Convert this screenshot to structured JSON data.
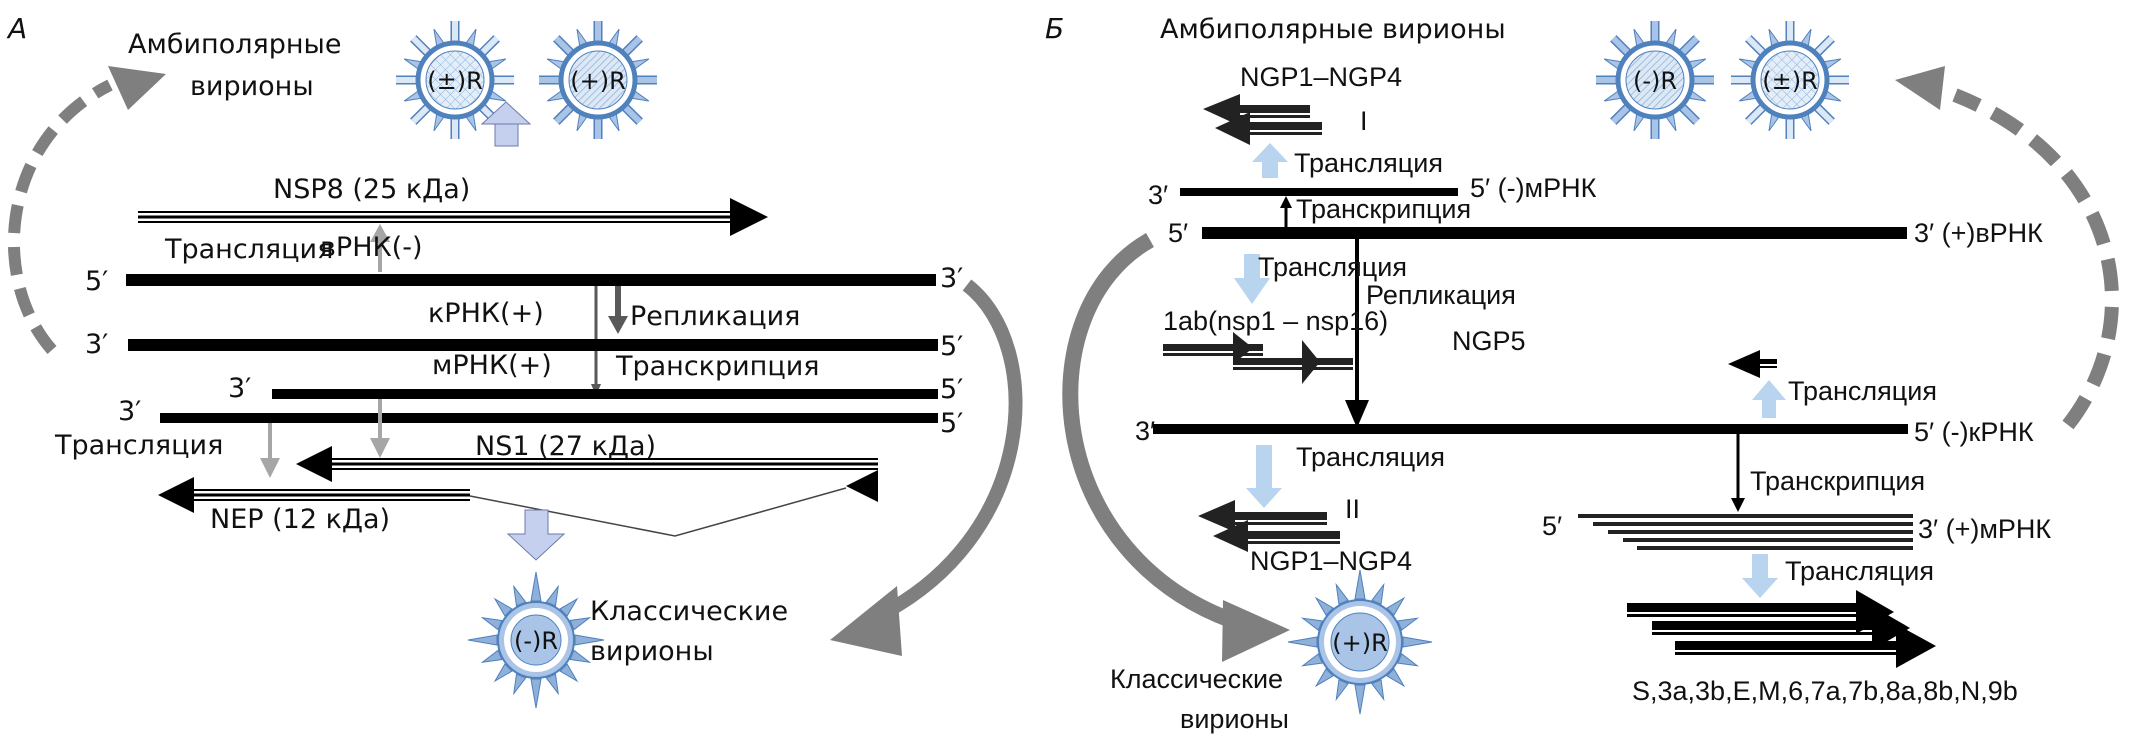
{
  "panel_a": {
    "panel_label": "А",
    "ambipolar_label_1": "Амбиполярные",
    "ambipolar_label_2": "вирионы",
    "ambipolar_virions": [
      {
        "label": "(±)R",
        "pattern": "crosshatch"
      },
      {
        "label": "(+)R",
        "pattern": "diagonal"
      }
    ],
    "nsp8_label": "NSP8 (25 кДа)",
    "translation_top": "Трансляция",
    "vrna_label": "вРНК(-)",
    "crna_label": "кРНК(+)",
    "replication_label": "Репликация",
    "mrna_label": "мРНК(+)",
    "transcription_label": "Транскрипция",
    "translation_bottom": "Трансляция",
    "ns1_label": "NS1 (27 кДа)",
    "nep_label": "NEP (12 кДа)",
    "strands": [
      {
        "name": "vrna",
        "left": "5′",
        "right": "3′"
      },
      {
        "name": "crna",
        "left": "3′",
        "right": "5′"
      },
      {
        "name": "mrna-1",
        "left": "3′",
        "right": "5′"
      },
      {
        "name": "mrna-2",
        "left": "3′",
        "right": "5′"
      }
    ],
    "classic_virion": {
      "label": "(-)R"
    },
    "classic_label_1": "Классические",
    "classic_label_2": "вирионы"
  },
  "panel_b": {
    "panel_label": "Б",
    "ambipolar_label": "Амбиполярные вирионы",
    "ambipolar_virions": [
      {
        "label": "(-)R",
        "pattern": "diagonal"
      },
      {
        "label": "(±)R",
        "pattern": "crosshatch"
      }
    ],
    "ngp_top_label": "NGP1–NGP4",
    "roman_one": "I",
    "translation_top": "Трансляция",
    "minus_mrna_left": "3′",
    "minus_mrna_right": "5′ (-)мРНК",
    "transcription_top": "Транскрипция",
    "plus_vrna_left": "5′",
    "plus_vrna_right": "3′ (+)вРНК",
    "translation_mid": "Трансляция",
    "replication_label": "Репликация",
    "orf1ab_label": "1ab(nsp1 – nsp16)",
    "ngp5_label": "NGP5",
    "translation_ngp5": "Трансляция",
    "minus_crna_left": "3′",
    "minus_crna_right": "5′ (-)кРНК",
    "translation_bottom": "Трансляция",
    "roman_two": "II",
    "ngp_bottom_label": "NGP1–NGP4",
    "transcription_bottom": "Транскрипция",
    "plus_mrna_left": "5′",
    "plus_mrna_right": "3′ (+)мРНК",
    "translation_sg": "Трансляция",
    "sg_proteins_label": "S,3a,3b,E,M,6,7a,7b,8a,8b,N,9b",
    "classic_virion": {
      "label": "(+)R"
    },
    "classic_label_1": "Классические",
    "classic_label_2": "вирионы"
  },
  "colors": {
    "strand": "#000000",
    "arc_gray": "#7f7f7f",
    "virion_outline": "#4f81bd",
    "virion_fill": "#a9c4e6",
    "virion_light": "#dce8f5",
    "arrow_lavender": "#c5d0ee",
    "arrow_lightblue": "#b8d4ee",
    "arrow_gray": "#a6a6a6",
    "arrow_darkgray": "#595959"
  }
}
